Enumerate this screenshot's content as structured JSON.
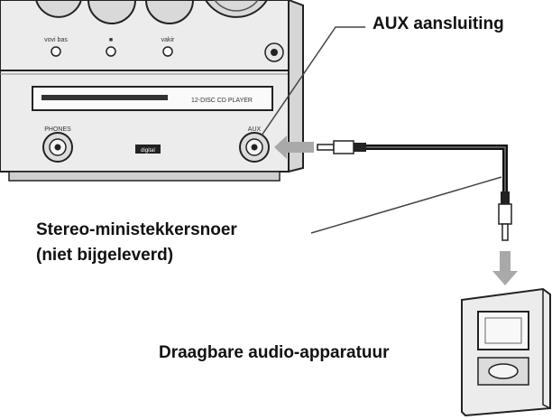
{
  "labels": {
    "aux_connection": "AUX aansluiting",
    "cord_line1": "Stereo-ministekkersnoer",
    "cord_line2": "(niet bijgeleverd)",
    "portable_device": "Draagbare audio-apparatuur"
  },
  "device_panel": {
    "button_labels": [
      "vovi bas",
      "■",
      "vakir"
    ],
    "disc_slot_label": "12-DISC CD PLAYER",
    "left_jack_label": "PHONES",
    "right_jack_label": "AUX",
    "logo_text": "digital"
  },
  "colors": {
    "device_body": "#ececec",
    "outline": "#222222",
    "arrow": "#a9a9a9",
    "cable": "#111111"
  },
  "icons": {
    "plug_top": "mini-plug-icon",
    "plug_side": "mini-plug-icon",
    "arrow_to_device": "arrow-down-icon",
    "arrow_to_jack": "arrow-left-icon"
  }
}
